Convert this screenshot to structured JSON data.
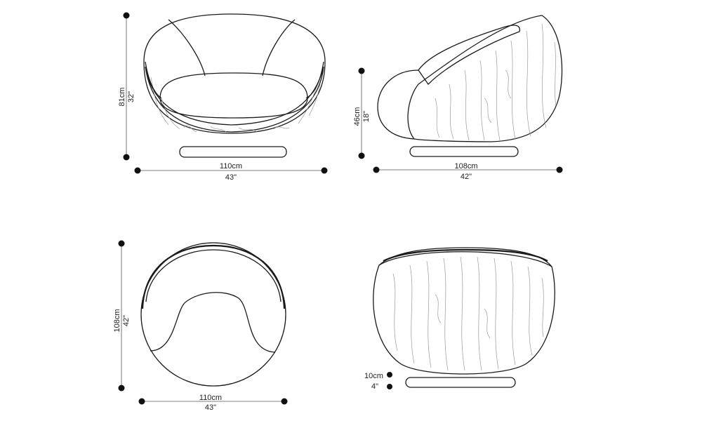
{
  "views": {
    "front": {
      "height_cm": "81cm",
      "height_in": "32\"",
      "width_cm": "110cm",
      "width_in": "43\""
    },
    "side": {
      "seat_cm": "46cm",
      "seat_in": "18\"",
      "depth_cm": "108cm",
      "depth_in": "42\""
    },
    "top": {
      "depth_cm": "108cm",
      "depth_in": "42\"",
      "width_cm": "110cm",
      "width_in": "43\""
    },
    "back": {
      "base_cm": "10cm",
      "base_in": "4\""
    }
  }
}
